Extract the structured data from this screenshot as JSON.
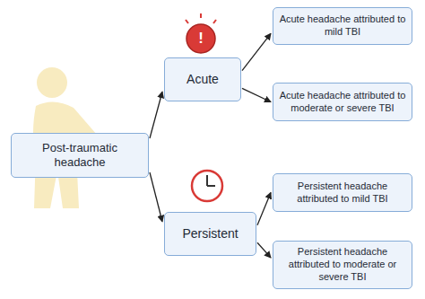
{
  "diagram": {
    "nodes": [
      {
        "text": [
          "Post-traumatic headache"
        ]
      },
      {
        "text": [
          "Acute"
        ]
      },
      {
        "text": [
          "Acute headache attributed to mild TBI"
        ]
      },
      {
        "text": [
          "Acute headache attributed to moderate or severe TBI"
        ]
      },
      {
        "text": [
          "Persistent"
        ]
      },
      {
        "text": [
          "Persistent headache attributed to mild TBI"
        ]
      },
      {
        "text": [
          "Persistent headache attributed to moderate or severe TBI"
        ]
      }
    ],
    "edges": [
      {
        "from": 0,
        "to": 1,
        "arrow": "to"
      },
      {
        "from": 0,
        "to": 4,
        "arrow": "to"
      },
      {
        "from": 1,
        "to": 2,
        "arrow": "to"
      },
      {
        "from": 1,
        "to": 3,
        "arrow": "to"
      },
      {
        "from": 4,
        "to": 5,
        "arrow": "to"
      },
      {
        "from": 4,
        "to": 6,
        "arrow": "to"
      }
    ],
    "labels": [
      "!"
    ]
  }
}
